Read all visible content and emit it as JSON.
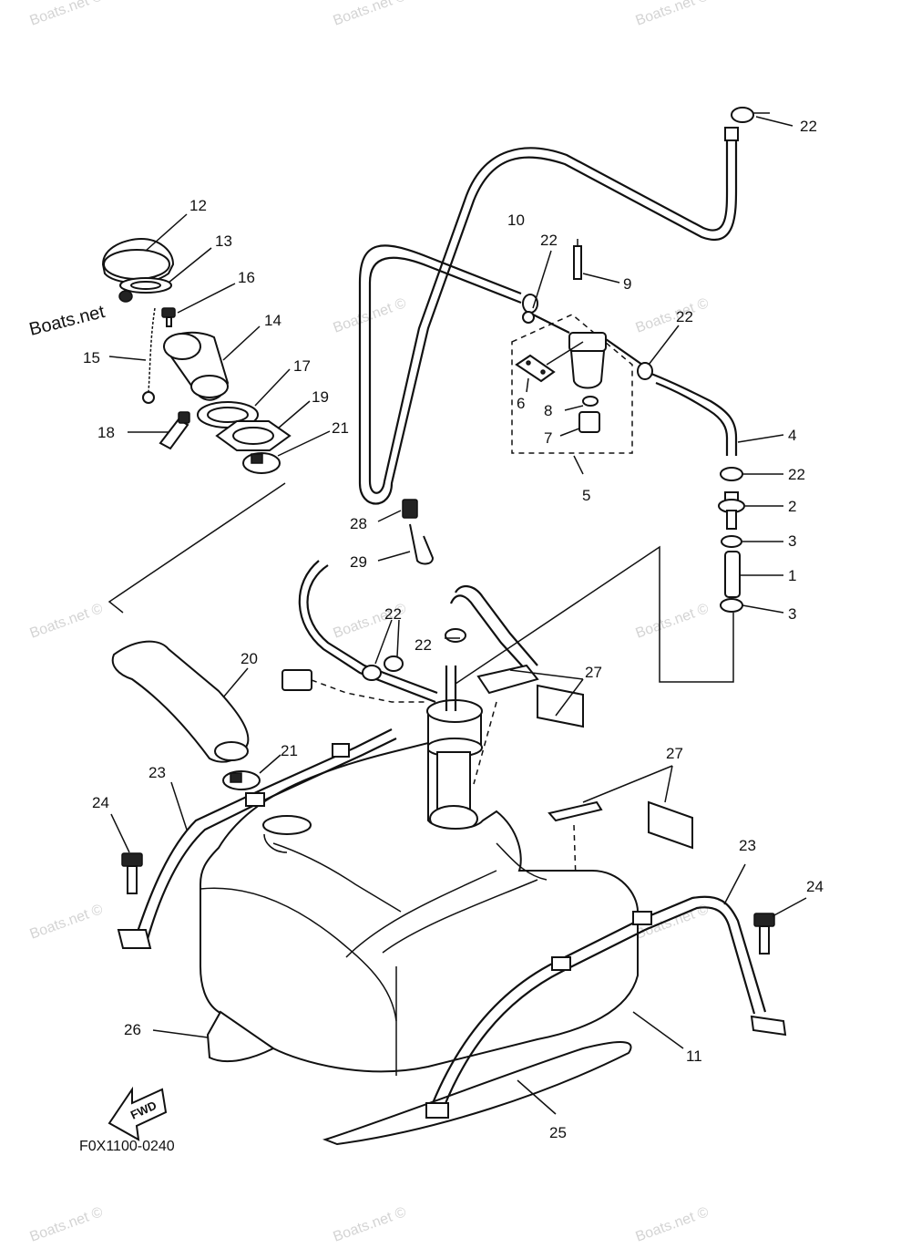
{
  "diagram": {
    "brand_label": "Boats.net",
    "watermark_text": "Boats.net ©",
    "figure_code": "F0X1100-0240",
    "fwd_label": "FWD",
    "callouts": [
      {
        "id": "c1",
        "label": "1"
      },
      {
        "id": "c2",
        "label": "2"
      },
      {
        "id": "c3a",
        "label": "3"
      },
      {
        "id": "c3b",
        "label": "3"
      },
      {
        "id": "c4",
        "label": "4"
      },
      {
        "id": "c5",
        "label": "5"
      },
      {
        "id": "c6",
        "label": "6"
      },
      {
        "id": "c7",
        "label": "7"
      },
      {
        "id": "c8",
        "label": "8"
      },
      {
        "id": "c9",
        "label": "9"
      },
      {
        "id": "c10",
        "label": "10"
      },
      {
        "id": "c11",
        "label": "11"
      },
      {
        "id": "c12",
        "label": "12"
      },
      {
        "id": "c13",
        "label": "13"
      },
      {
        "id": "c14",
        "label": "14"
      },
      {
        "id": "c15",
        "label": "15"
      },
      {
        "id": "c16",
        "label": "16"
      },
      {
        "id": "c17",
        "label": "17"
      },
      {
        "id": "c18",
        "label": "18"
      },
      {
        "id": "c19",
        "label": "19"
      },
      {
        "id": "c20",
        "label": "20"
      },
      {
        "id": "c21a",
        "label": "21"
      },
      {
        "id": "c21b",
        "label": "21"
      },
      {
        "id": "c22a",
        "label": "22"
      },
      {
        "id": "c22b",
        "label": "22"
      },
      {
        "id": "c22c",
        "label": "22"
      },
      {
        "id": "c22d",
        "label": "22"
      },
      {
        "id": "c22e",
        "label": "22"
      },
      {
        "id": "c22f",
        "label": "22"
      },
      {
        "id": "c23a",
        "label": "23"
      },
      {
        "id": "c23b",
        "label": "23"
      },
      {
        "id": "c24a",
        "label": "24"
      },
      {
        "id": "c24b",
        "label": "24"
      },
      {
        "id": "c25",
        "label": "25"
      },
      {
        "id": "c26",
        "label": "26"
      },
      {
        "id": "c27a",
        "label": "27"
      },
      {
        "id": "c27b",
        "label": "27"
      },
      {
        "id": "c28",
        "label": "28"
      },
      {
        "id": "c29",
        "label": "29"
      }
    ]
  }
}
